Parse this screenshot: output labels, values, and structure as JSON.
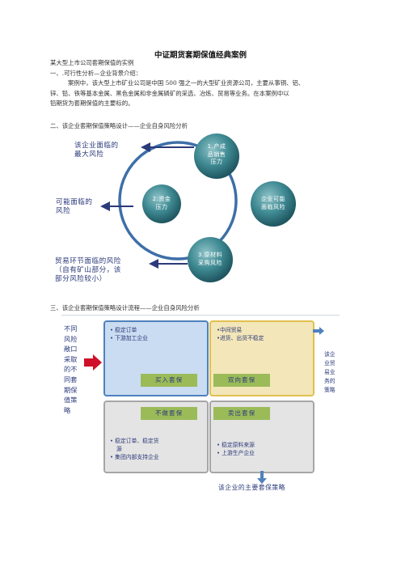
{
  "doc": {
    "title": "中证期货套期保值经典案例",
    "subtitle": "某大型上市公司套期保值的实例",
    "section1": "一、.可行性分析—企业背景介绍：",
    "para1_l1": "案例中，该大型上市矿业公司是中国 500 强之一的大型矿业资源公司，主要从事铜、铝、",
    "para1_l2": "锌、铅、铁等基本金属、黑色金属和非金属磷矿的采选、冶炼、贸易等业务。在本案例中以",
    "para1_l3": "铅期货为套期保值的主要标的。",
    "section2": "二、该企业套期保值策略设计——企业自身风险分析",
    "section3": "三、该企业套期保值策略设计流程——企业自身风险分析"
  },
  "diagram1": {
    "left_top_l1": "该企业面临的",
    "left_top_l2": "最大风险",
    "left_mid_l1": "可能面临的",
    "left_mid_l2": "风险",
    "left_bot_l1": "贸易环节面临的风险",
    "left_bot_l2": "（自有矿山部分，该",
    "left_bot_l3": "部分风险较小）",
    "c1_l1": "1.产成",
    "c1_l2": "品销售",
    "c1_l3": "压力",
    "c2_l1": "2.资金",
    "c2_l2": "压力",
    "c3_l1": "3.原材料",
    "c3_l2": "采购风险",
    "center_l1": "企业可能",
    "center_l2": "面临风险"
  },
  "diagram2": {
    "left_label": [
      "不同",
      "风险",
      "敞口",
      "采取",
      "的不",
      "同套",
      "期保",
      "值策",
      "略"
    ],
    "right_label": [
      "该企",
      "业贸",
      "易业",
      "务的",
      "策略"
    ],
    "tl_b1": "• 稳定订单",
    "tl_b2": "• 下游加工企业",
    "tr_b1": "•中间贸易",
    "tr_b2": "•进货、出货不稳定",
    "bl_b1": "• 稳定订单、稳定货",
    "bl_b1b": "源",
    "bl_b2": "• 集团内部支持企业",
    "br_b1": "• 稳定原料来源",
    "br_b2": "• 上游生产企业",
    "bar_tl": "买入套保",
    "bar_tr": "双向套保",
    "bar_bl": "不做套保",
    "bar_br": "卖出套保",
    "bottom": "该企业的主要套保策略"
  },
  "colors": {
    "accent_red": "#c8102e",
    "blue_box": "#cfe0f3",
    "yellow_box": "#f6ecc6",
    "gray_box": "#e4e4e4",
    "green_bar": "#9bbb59",
    "teal_circle": "#3c7f8a"
  }
}
